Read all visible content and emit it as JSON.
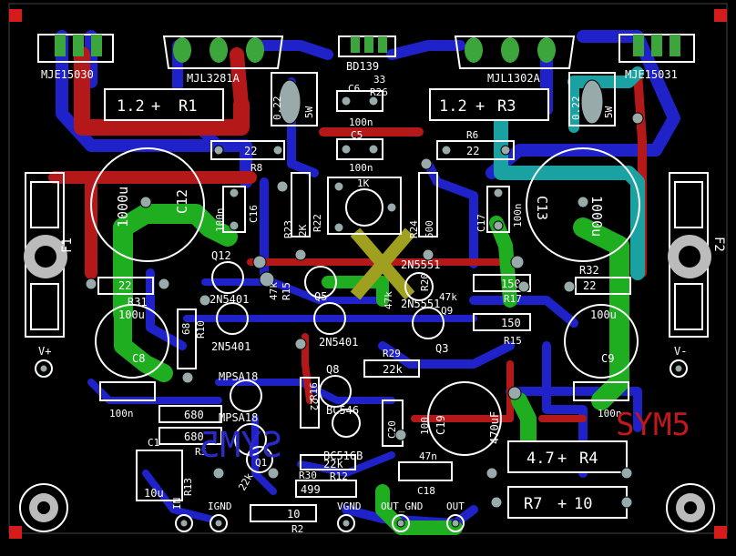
{
  "board": {
    "name": "SYM5",
    "mirror_label": "SYM5",
    "colors": {
      "background": "#000000",
      "bottom_copper": "#1f22c8",
      "top_copper_red": "#b41818",
      "top_copper_cyan": "#1aa2a2",
      "ground_green": "#1fae1f",
      "pads": "#9aa7a7",
      "silkscreen": "#ffffff",
      "label_red": "#c0181c",
      "label_blue": "#2a2ac8",
      "marker": "#a0a020"
    }
  },
  "components": {
    "mje15030": "MJE15030",
    "mjl3281a": "MJL3281A",
    "bd139": "BD139",
    "mjl1302a": "MJL1302A",
    "mje15031": "MJE15031",
    "r1_val": "1.2",
    "r1": "R1",
    "r3_val": "1.2",
    "r3": "R3",
    "c6": "C6",
    "r33": "33",
    "r26": "R26",
    "c6_val": "100n",
    "c5": "C5",
    "c5_val": "100n",
    "r6": "R6",
    "r22_top_val": "22",
    "r8_val": "22",
    "r8": "R8",
    "r_022_left": "0.22",
    "r_5w_left": "5W",
    "r_022_right": "0.22",
    "r_5w_right": "5W",
    "c12_val": "1000u",
    "c12": "C12",
    "c16_val": "100n",
    "c16": "C16",
    "pot_val": "1K",
    "r23": "R23",
    "r23_val": "2K",
    "r22": "R22",
    "r24": "R24",
    "r24_val": "500",
    "c17": "C17",
    "c17_val": "100n",
    "c13": "C13",
    "c13_val": "1000u",
    "f1": "F1",
    "f2": "F2",
    "q12": "Q12",
    "q12_type": "2N5401",
    "q5": "Q5",
    "q5_type": "2N5401",
    "r47k": "47k",
    "r15_label": "R15",
    "r15_val": "47k",
    "q_2n5551_a": "2N5551",
    "q_2n5551_b": "2N5551",
    "r20": "R20",
    "r20_val": "47k",
    "q9": "Q9",
    "r150_a": "150",
    "r17": "R17",
    "r150_b": "150",
    "r15": "R15",
    "r32": "R32",
    "r32_val": "22",
    "r31": "R31",
    "r31_val": "22",
    "c8_val": "100u",
    "c8": "C8",
    "c9_val": "100u",
    "c9": "C9",
    "r10": "R10",
    "r10_val": "68",
    "q_2n5401_c": "2N5401",
    "q_2n5401_d": "2N5401",
    "q3": "Q3",
    "r29": "R29",
    "r29_val": "22k",
    "vplus": "V+",
    "vminus": "V-",
    "mpsa18_a": "MPSA18",
    "mpsa18_b": "MPSA18",
    "q8": "Q8",
    "r16": "R16",
    "r16_val": "22",
    "bc546": "BC546",
    "bc516b": "BC516B",
    "c20": "C20",
    "c20_val": "100",
    "c19": "C19",
    "c19_val": "470uF",
    "c7_val": "100n",
    "c11_val": "100n",
    "r680_a": "680",
    "r680_b": "680",
    "r5": "R5",
    "c1": "C1",
    "c1_val": "10u",
    "r13": "R13",
    "q1": "Q1",
    "r_22k_small": "22k",
    "r30": "R30",
    "r30_val": "22k",
    "r12": "R12",
    "r12_val": "499",
    "c18": "C18",
    "c18_val": "47n",
    "r4": "R4",
    "r4_val": "4.7",
    "r7": "R7",
    "r7_val": "10",
    "r2": "R2",
    "r2_val": "10",
    "in_label": "IN",
    "ignd": "IGND",
    "vgnd": "VGND",
    "out_gnd": "OUT_GND",
    "out": "OUT"
  }
}
